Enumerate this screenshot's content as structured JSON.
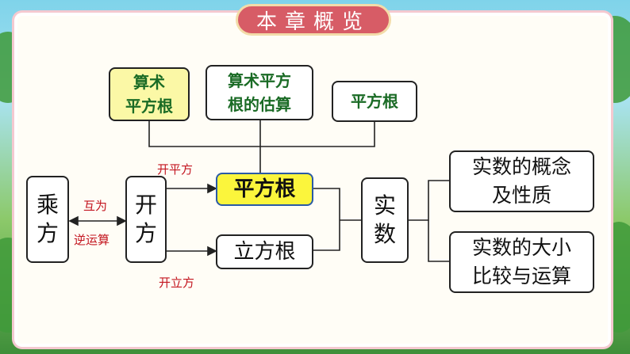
{
  "header": {
    "title": "本章概览"
  },
  "nodes": {
    "arith_sqrt": [
      "算术",
      "平方根"
    ],
    "arith_estimate": [
      "算术平方",
      "根的估算"
    ],
    "square_root_top": "平方根",
    "power": [
      "乘",
      "方"
    ],
    "root_extraction": [
      "开",
      "方"
    ],
    "square_root": "平方根",
    "cube_root": "立方根",
    "real_number": [
      "实",
      "数"
    ],
    "concept": [
      "实数的概念",
      "及性质"
    ],
    "compare": [
      "实数的大小",
      "比较与运算"
    ]
  },
  "labels": {
    "mutual": "互为",
    "inverse_op": "逆运算",
    "open_square": "开平方",
    "open_cube": "开立方"
  }
}
